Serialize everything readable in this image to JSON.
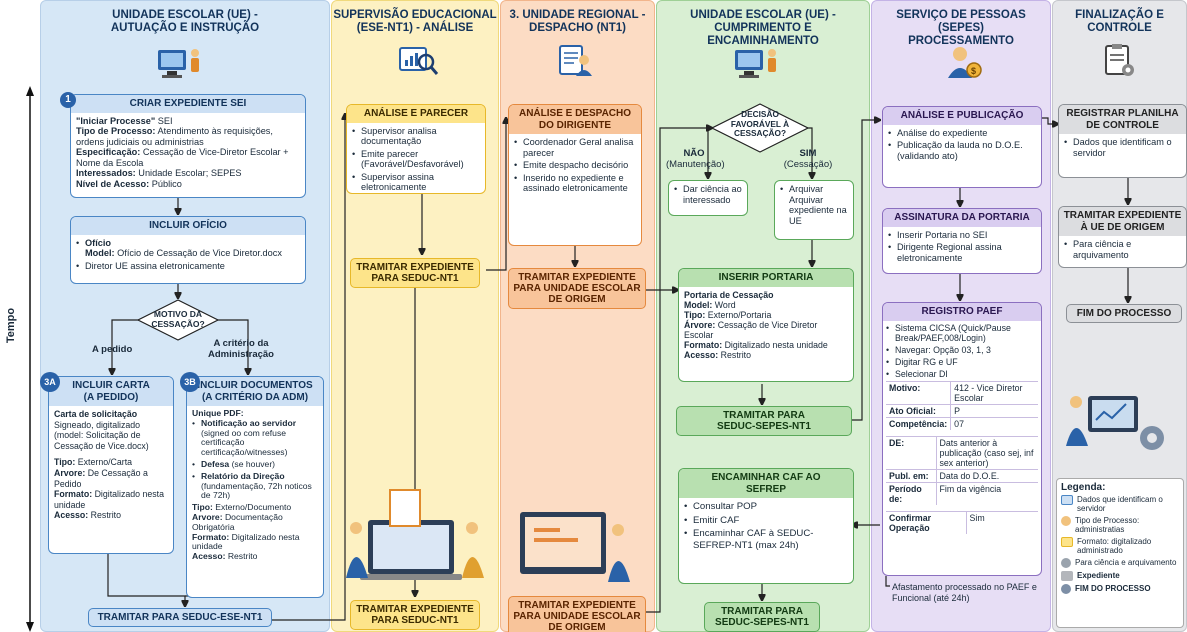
{
  "axis": {
    "label": "Tempo"
  },
  "lanes": [
    {
      "title": "UNIDADE ESCOLAR (UE) -\nAUTUAÇÃO E INSTRUÇÃO"
    },
    {
      "title": "SUPERVISÃO EDUCACIONAL\n(ESE-NT1) - ANÁLISE"
    },
    {
      "title": "3. UNIDADE REGIONAL -\nDESPACHO (NT1)"
    },
    {
      "title": "UNIDADE ESCOLAR (UE) -\nCUMPRIMENTO E ENCAMINHAMENTO"
    },
    {
      "title": "SERVIÇO DE PESSOAS (SEPES)\nPROCESSAMENTO"
    },
    {
      "title": "FINALIZAÇÃO E\nCONTROLE"
    }
  ],
  "ue1": {
    "step_num": "1",
    "criar_title": "CRIAR EXPEDIENTE SEI",
    "criar_lines": [
      {
        "k": "\"Iniciar Processe\"",
        "v": " SEI"
      },
      {
        "k": "Tipo de Processo:",
        "v": " Atendimento às requisições, ordens judiciais ou administrias"
      },
      {
        "k": "Especificação:",
        "v": " Cessação de Vice-Diretor Escolar + Nome da Escola"
      },
      {
        "k": "Interessados:",
        "v": " Unidade Escolar; SEPES"
      },
      {
        "k": "Nível de Acesso:",
        "v": " Público"
      }
    ],
    "oficio_title": "INCLUIR OFÍCIO",
    "oficio_l1": "Ofício",
    "oficio_model_k": "Model:",
    "oficio_model_v": " Ofício de Cessação de Vice Diretor.docx",
    "oficio_l2": "Diretor UE assina eletronicamente",
    "motivo": "MOTIVO DA\nCESSAÇÃO?",
    "a_pedido": "A pedido",
    "a_criterio": "A critério da\nAdministração",
    "num_3a": "3A",
    "num_3b": "3B",
    "carta_title": "INCLUIR CARTA\n(A PEDIDO)",
    "carta_sub": "Carta de solicitação",
    "carta_desc": "Signeado, digitalizado (model: Solicitação de Cessação de Vice.docx)",
    "carta_tipo_k": "Tipo:",
    "carta_tipo_v": " Externo/Carta",
    "carta_arv_k": "Arvore:",
    "carta_arv_v": " De Cessação a Pedido",
    "carta_fmt_k": "Formato:",
    "carta_fmt_v": " Digitalizado nesta unidade",
    "carta_ac_k": "Acesso:",
    "carta_ac_v": " Restrito",
    "docs_title": "INCLUIR DOCUMENTOS\n(A CRITÉRIO DA ADM)",
    "docs_pdf": "Unique PDF:",
    "docs_b1_k": "Notificação ao servidor",
    "docs_b1_v": " (signed oo com refuse certificação certificação/witnesses)",
    "docs_b2_k": "Defesa",
    "docs_b2_v": " (se houver)",
    "docs_b3_k": "Relatório da Direção",
    "docs_b3_v": " (fundamentação, 72h noticos de 72h)",
    "docs_tipo_k": "Tipo:",
    "docs_tipo_v": " Externo/Documento",
    "docs_arv_k": "Arvore:",
    "docs_arv_v": " Documentação Obrigatória",
    "docs_fmt_k": "Formato:",
    "docs_fmt_v": " Digitalizado nesta unidade",
    "docs_ac_k": "Acesso:",
    "docs_ac_v": " Restrito",
    "tramitar": "TRAMITAR PARA SEDUC-ESE-NT1"
  },
  "ese": {
    "analise_title": "ANÁLISE E PARECER",
    "bullets": [
      "Supervisor analisa documentação",
      "Emite parecer (Favorável/Desfavorável)",
      "Supervisor assina eletronicamente"
    ],
    "tramitar1": "TRAMITAR EXPEDIENTE\nPARA SEDUC-NT1",
    "tramitar2": "TRAMITAR EXPEDIENTE\nPARA SEDUC-NT1"
  },
  "nt1": {
    "title": "ANÁLISE E DESPACHO\nDO DIRIGENTE",
    "bullets": [
      "Coordenador Geral analisa parecer",
      "Emite despacho decisório",
      "Inserido no expediente e assinado eletronicamente"
    ],
    "tramitar1": "TRAMITAR EXPEDIENTE\nPARA UNIDADE ESCOLAR\nDE ORIGEM",
    "tramitar2": "TRAMITAR EXPEDIENTE\nPARA UNIDADE ESCOLAR\nDE ORIGEM"
  },
  "ue2": {
    "decisao": "DECISÃO\nFAVORÁVEL À\nCESSAÇÃO?",
    "nao": "NÃO",
    "nao_sub": "(Manutenção)",
    "sim": "SIM",
    "sim_sub": "(Cessação)",
    "nao_box": "Dar ciência ao interessado",
    "sim_box": "Arquivar Arquivar expediente na UE",
    "portaria_title": "INSERIR PORTARIA",
    "portaria_sub": "Portaria de Cessação",
    "portaria_model_k": "Model:",
    "portaria_model_v": " Word",
    "portaria_tipo_k": "Tipo:",
    "portaria_tipo_v": " Externo/Portaria",
    "portaria_arv_k": "Árvore:",
    "portaria_arv_v": " Cessação de Vice Diretor Escolar",
    "portaria_fmt_k": "Formato:",
    "portaria_fmt_v": " Digitalizado nesta unidade",
    "portaria_ac_k": "Acesso:",
    "portaria_ac_v": " Restrito",
    "tramitar1": "TRAMITAR PARA\nSEDUC-SEPES-NT1",
    "caf_title": "ENCAMINHAR CAF AO\nSEFREP",
    "caf_bullets": [
      "Consultar POP",
      "Emitir CAF",
      "Encaminhar CAF à SEDUC-SEFREP-NT1 (max 24h)"
    ],
    "tramitar2": "TRAMITAR PARA\nSEDUC-SEPES-NT1"
  },
  "sepes": {
    "pub_title": "ANÁLISE E PUBLICAÇÃO",
    "pub_bullets": [
      "Análise do expediente",
      "Publicação da lauda no D.O.E. (validando ato)"
    ],
    "ass_title": "ASSINATURA DA PORTARIA",
    "ass_bullets": [
      "Inserir Portaria no SEI",
      "Dirigente Regional assina eletronicamente"
    ],
    "paef_title": "REGISTRO PAEF",
    "paef_bullets": [
      "Sistema CICSA (Quick/Pause Break/PAEF,008/Login)",
      "Navegar: Opção 03, 1, 3",
      "Digitar RG e UF",
      "Selecionar DI"
    ],
    "table1": [
      {
        "k": "Motivo:",
        "v": "412 - Vice Diretor Escolar"
      },
      {
        "k": "Ato Oficial:",
        "v": "P"
      },
      {
        "k": "Competência:",
        "v": "07"
      }
    ],
    "table2": [
      {
        "k": "DE:",
        "v": "Dats anterior à publicação (caso sej, inf sex anterior)"
      },
      {
        "k": "Publ. em:",
        "v": "Data do D.O.E."
      },
      {
        "k": "Período de:",
        "v": "Fim da vigência"
      }
    ],
    "confirmar_k": "Confirmar Operação",
    "confirmar_v": "Sim",
    "afast": "Afastamento processado no PAEF e Funcional (até 24h)"
  },
  "fin": {
    "reg_title": "REGISTRAR PLANILHA\nDE CONTROLE",
    "reg_bullets": [
      "Dados que identificam o servidor"
    ],
    "tram_title": "TRAMITAR EXPEDIENTE\nÀ UE DE ORIGEM",
    "tram_bullets": [
      "Para ciência e arquivamento"
    ],
    "fim": "FIM DO PROCESSO"
  },
  "legend": {
    "title": "Legenda:",
    "items": [
      {
        "label": "Dados que identificam o servidor",
        "icon": "document-icon"
      },
      {
        "label": "Tipo de Processo: administratias",
        "icon": "person-icon"
      },
      {
        "label": "Formato: digitalizado administrado",
        "icon": "pencil-doc-icon"
      },
      {
        "label": "Para ciência e arquivamento",
        "icon": "gear-icon"
      },
      {
        "label": "Expediente",
        "icon": "folder-icon"
      },
      {
        "label": "FIM DO PROCESSO",
        "icon": "gear-icon"
      }
    ]
  },
  "colors": {
    "lane1": "#d6e7f6",
    "lane2": "#fdf1c2",
    "lane3": "#fcdcc4",
    "lane4": "#d9efd3",
    "lane5": "#e7def5",
    "lane6": "#e6e7ea"
  }
}
